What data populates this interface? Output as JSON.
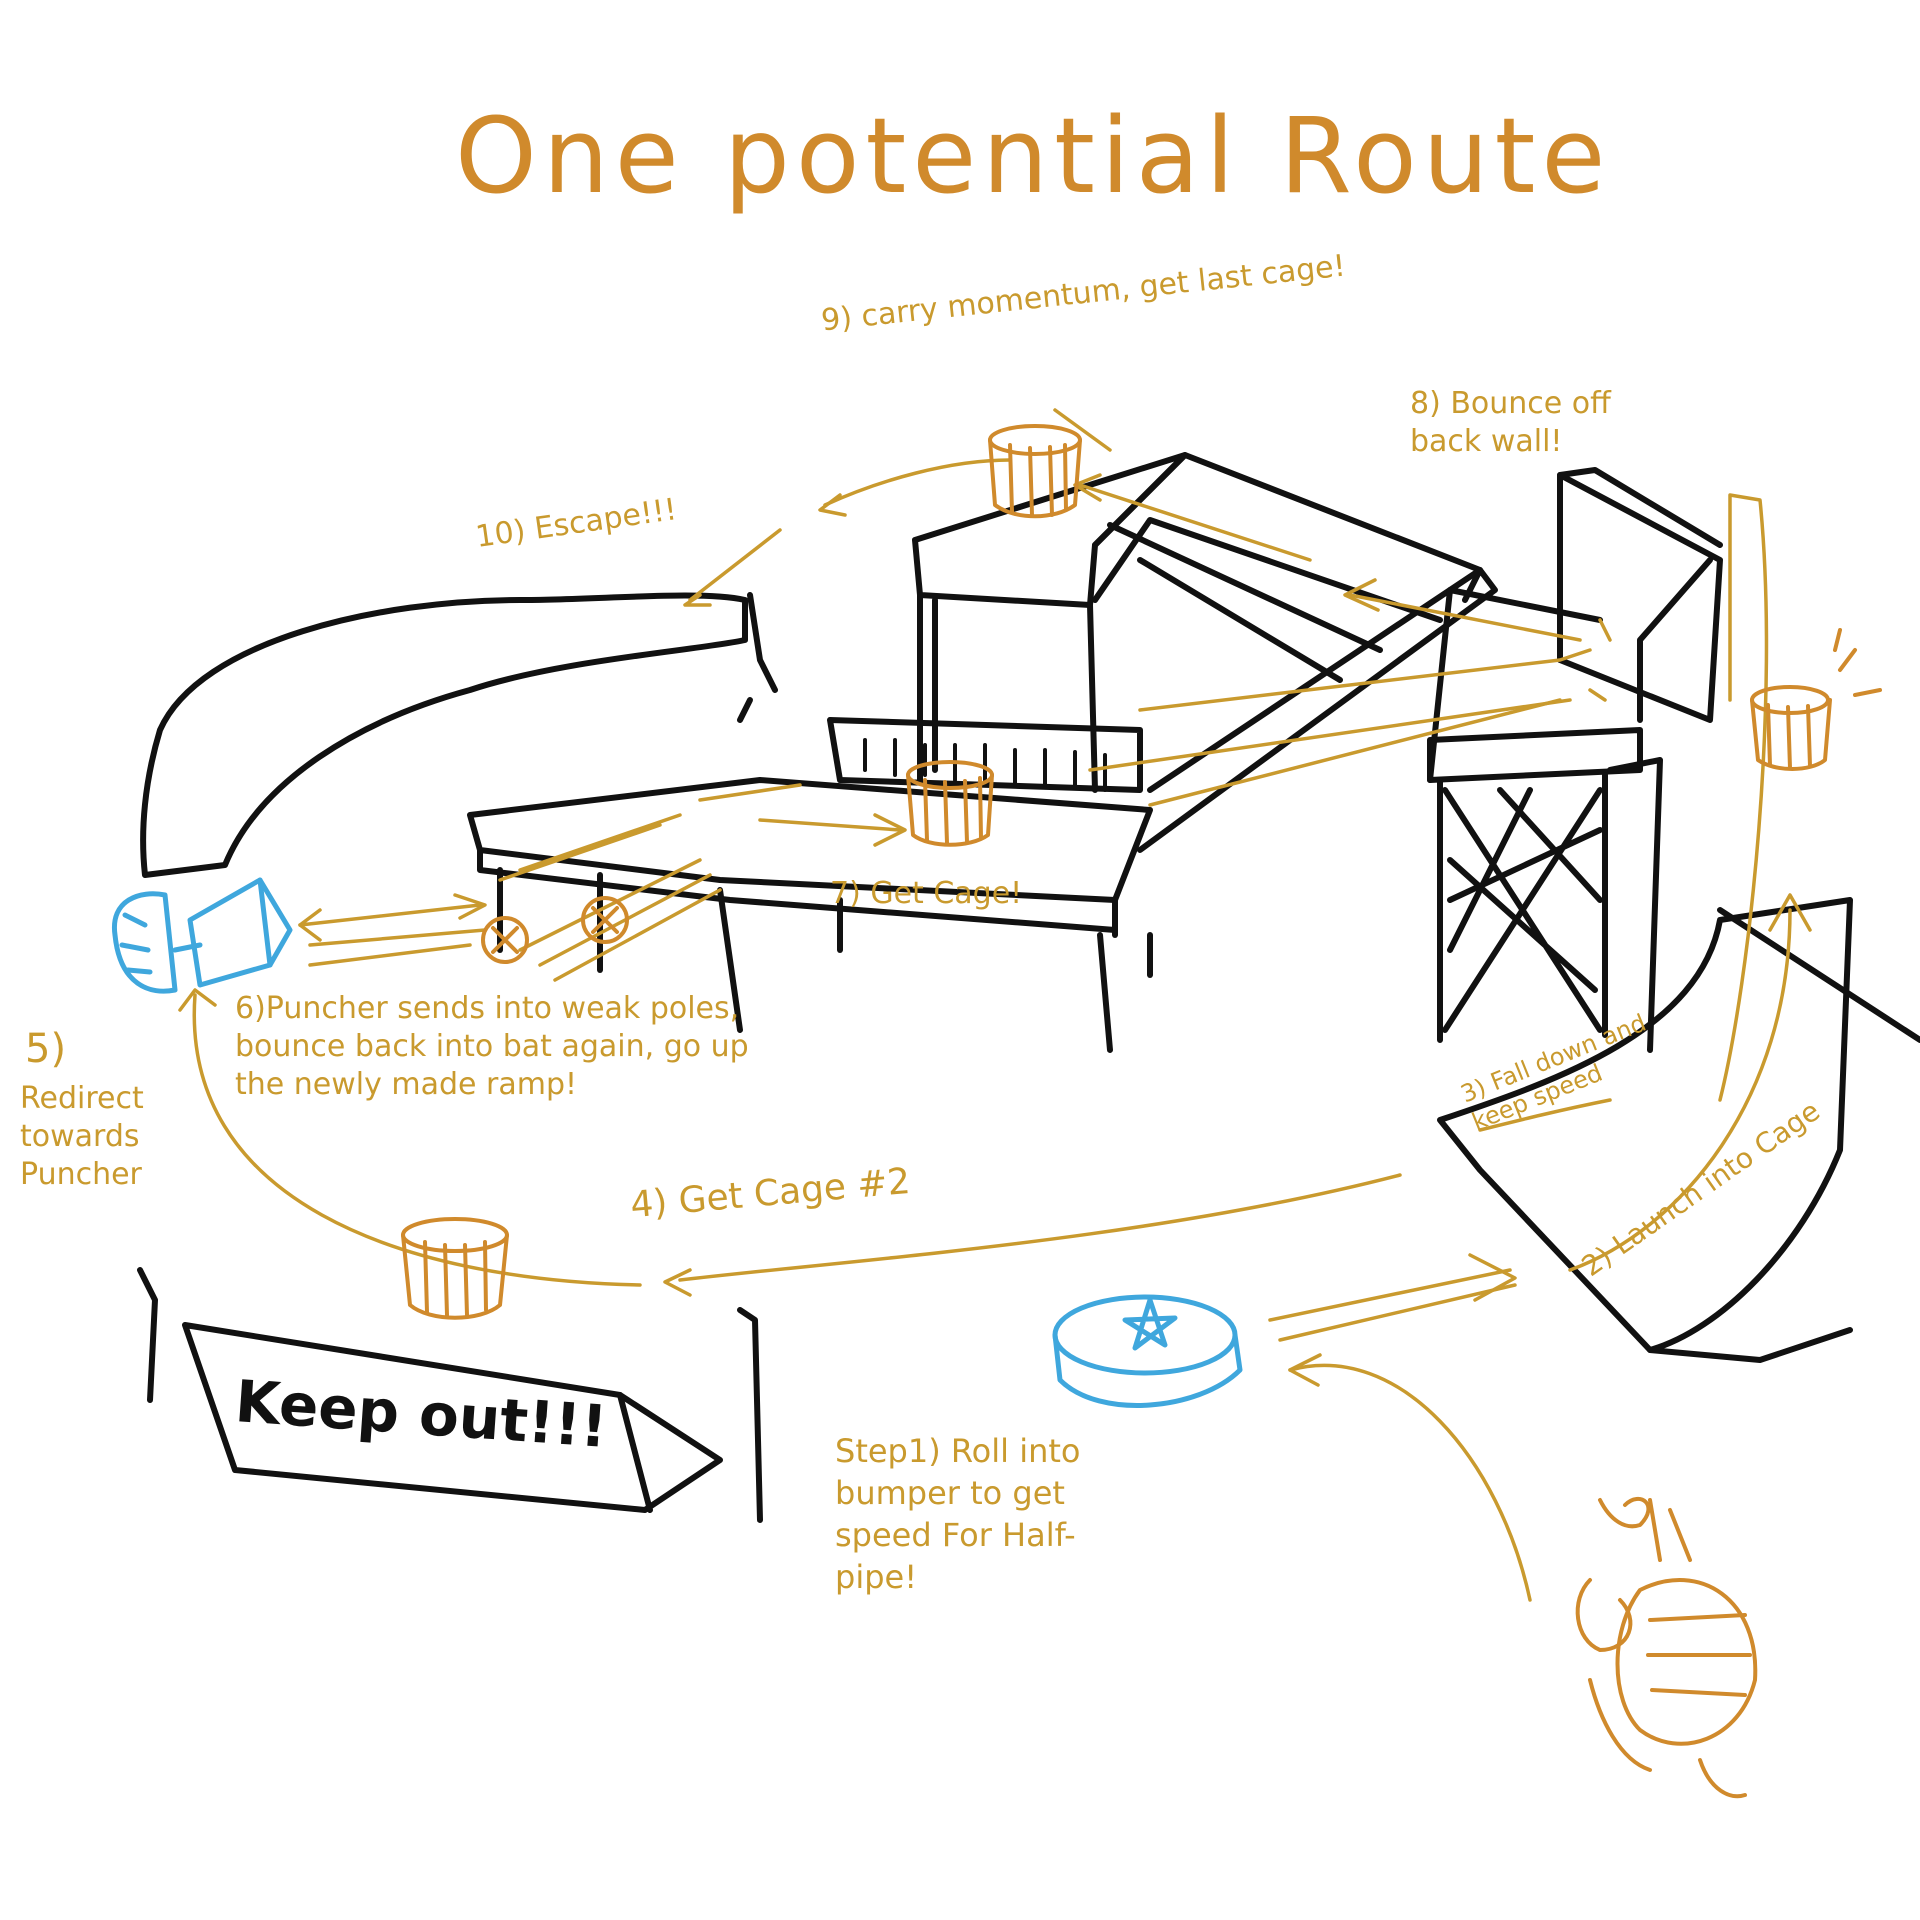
{
  "title": "One potential Route",
  "colors": {
    "route": "#C99A2E",
    "cage": "#D08A2C",
    "title": "#D08A2C",
    "gadget": "#3FA7DD",
    "ink": "#111111"
  },
  "notes": {
    "step1": "Step1) Roll into bumper to get speed For Half-pipe!",
    "step2": "2) Launch into Cage",
    "step3": "3) Fall down and keep speed",
    "step4": "4) Get Cage #2",
    "step5_number": "5)",
    "step5_text": "Redirect towards Puncher",
    "step6": "6)Puncher sends into weak poles, bounce back into bat again, go up the newly made ramp!",
    "step7": "7) Get Cage!",
    "step8": "8) Bounce off back wall!",
    "step9": "9) carry momentum, get last cage!",
    "step10": "10) Escape!!!"
  },
  "sign_text": "Keep out!!!",
  "icons": [
    "armadillo-icon",
    "bumper-icon",
    "puncher-icon",
    "cage-icon",
    "weak-pole-icon"
  ]
}
